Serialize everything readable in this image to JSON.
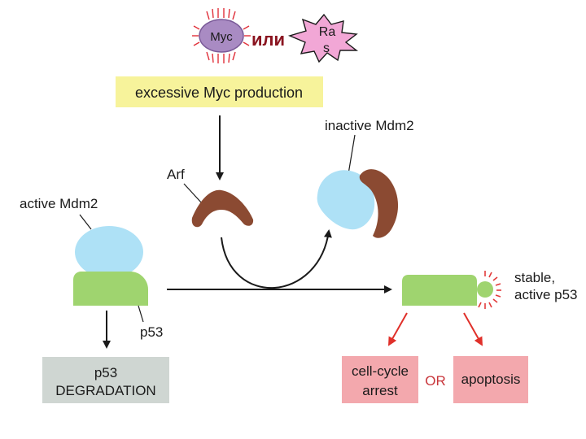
{
  "top": {
    "myc_label": "Myc",
    "or_word": "или",
    "ras_line1": "Ra",
    "ras_line2": "s"
  },
  "boxes": {
    "excessive": "excessive Myc production",
    "degradation_line1": "p53",
    "degradation_line2": "DEGRADATION",
    "arrest_line1": "cell-cycle",
    "arrest_line2": "arrest",
    "apoptosis": "apoptosis",
    "or_word": "OR"
  },
  "labels": {
    "inactive_mdm2": "inactive Mdm2",
    "arf": "Arf",
    "active_mdm2": "active Mdm2",
    "p53": "p53",
    "stable_line1": "stable,",
    "stable_line2": "active p53"
  },
  "colors": {
    "myc_purple": "#a98bc3",
    "ras_pink": "#f2a7d6",
    "yellow_box": "#f7f39b",
    "mdm2_blue": "#aee1f6",
    "p53_green": "#9fd46f",
    "arf_brown": "#8b4a32",
    "grey_box": "#cfd6d2",
    "pink_box": "#f3a8ad",
    "red_arrow": "#e0302a",
    "or_red": "#c8353a",
    "burst_red": "#e23a3a"
  }
}
